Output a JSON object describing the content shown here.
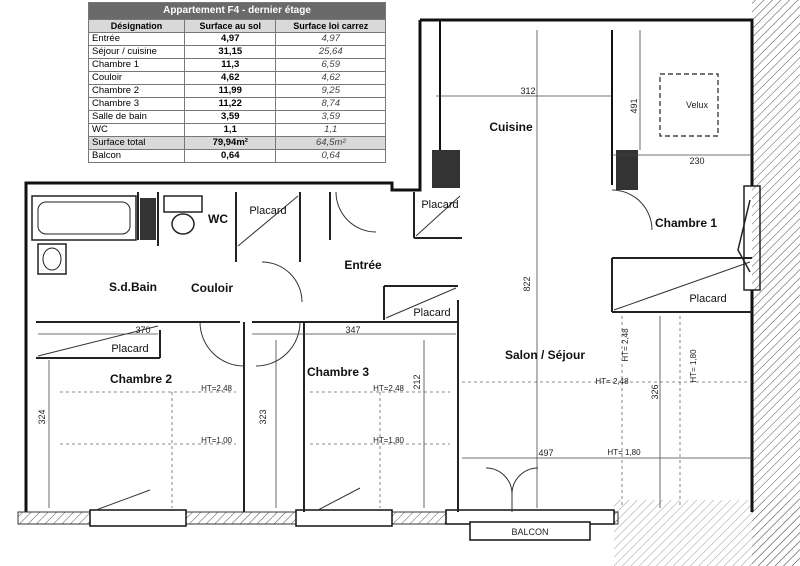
{
  "table": {
    "title": "Appartement F4 - dernier étage",
    "headers": [
      "Désignation",
      "Surface au sol",
      "Surface loi carrez"
    ],
    "rows": [
      [
        "Entrée",
        "4,97",
        "4,97"
      ],
      [
        "Séjour / cuisine",
        "31,15",
        "25,64"
      ],
      [
        "Chambre 1",
        "11,3",
        "6,59"
      ],
      [
        "Couloir",
        "4,62",
        "4,62"
      ],
      [
        "Chambre 2",
        "11,99",
        "9,25"
      ],
      [
        "Chambre 3",
        "11,22",
        "8,74"
      ],
      [
        "Salle de bain",
        "3,59",
        "3,59"
      ],
      [
        "WC",
        "1,1",
        "1,1"
      ],
      [
        "Surface total",
        "79,94m²",
        "64,5m²"
      ],
      [
        "Balcon",
        "0,64",
        "0,64"
      ]
    ]
  },
  "rooms": {
    "cuisine": "Cuisine",
    "salon": "Salon / Séjour",
    "chambre1": "Chambre 1",
    "chambre2": "Chambre 2",
    "chambre3": "Chambre 3",
    "sdb": "S.d.Bain",
    "couloir": "Couloir",
    "entree": "Entrée",
    "wc": "WC"
  },
  "labels": {
    "placard": "Placard",
    "velux": "Velux",
    "balcon": "BALCON"
  },
  "dimensions": {
    "d312": "312",
    "d491": "491",
    "d230": "230",
    "d822": "822",
    "d370": "370",
    "d347": "347",
    "d212": "212",
    "d324": "324",
    "d323": "323",
    "d326": "326",
    "d497": "497"
  },
  "heights": {
    "ht248": "HT= 2,48",
    "ht180": "HT= 1,80",
    "ht_c2_248": "HT=2,48",
    "ht_c2_100": "HT=1,00",
    "ht_c3_248": "HT=2,48",
    "ht_c3_180": "HT=1,80",
    "ht_salon_248": "HT= 2,48",
    "ht_salon_180": "HT= 1,80"
  }
}
